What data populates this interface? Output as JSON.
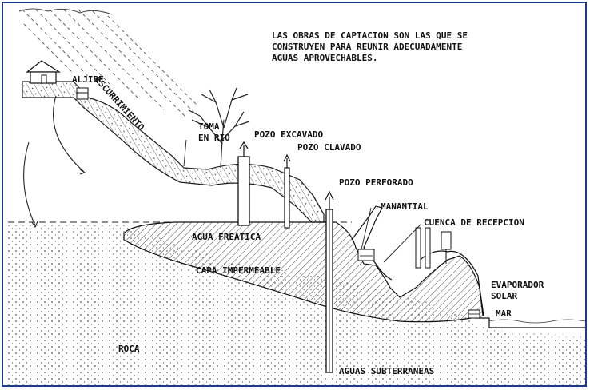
{
  "caption": {
    "line1": "LAS OBRAS DE CAPTACION SON LAS QUE SE",
    "line2": "CONSTRUYEN PARA REUNIR ADECUADAMENTE",
    "line3": "AGUAS APROVECHABLES."
  },
  "labels": {
    "aljibe": "ALJIBE",
    "escurrimiento": "ESCURRIMIENTO",
    "toma_line1": "TOMA",
    "toma_line2": "EN RIO",
    "pozo_excavado": "POZO EXCAVADO",
    "pozo_clavado": "POZO CLAVADO",
    "pozo_perforado": "POZO PERFORADO",
    "manantial": "MANANTIAL",
    "cuenca": "CUENCA DE RECEPCION",
    "agua_freatica": "AGUA FREATICA",
    "capa": "CAPA IMPERMEABLE",
    "evaporador_line1": "EVAPORADOR",
    "evaporador_line2": "SOLAR",
    "mar": "MAR",
    "roca": "ROCA",
    "aguas_subterraneas": "AGUAS SUBTERRANEAS"
  },
  "colors": {
    "frame": "#1b3a8c",
    "ink": "#111111"
  }
}
